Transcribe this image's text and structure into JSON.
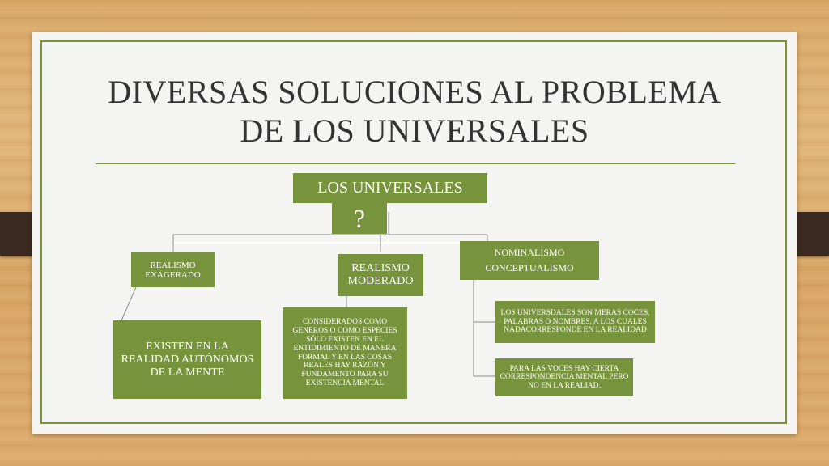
{
  "slide": {
    "title_line1": "DIVERSAS SOLUCIONES AL PROBLEMA",
    "title_line2": "DE LOS UNIVERSALES"
  },
  "diagram": {
    "root_label": "LOS UNIVERSALES",
    "question_mark": "?",
    "branches": {
      "realismo_exagerado": {
        "label": "REALISMO EXAGERADO",
        "description": "EXISTEN EN LA REALIDAD AUTÓNOMOS DE LA MENTE"
      },
      "realismo_moderado": {
        "label_line1": "REALISMO",
        "label_line2": "MODERADO",
        "description": "CONSIDERADOS COMO GENEROS O COMO ESPECIES SÓLO EXISTEN EN EL ENTIDIMIENTO DE MANERA FORMAL Y EN LAS COSAS REALES HAY RAZÓN Y FUNDAMENTO PARA SU EXISTENCIA MENTAL"
      },
      "nominalismo": {
        "label_line1": "NOMINALISMO",
        "label_line2": "CONCEPTUALISMO",
        "description1": "LOS UNIVERSDALES SON MERAS COCES, PALABRAS O NOMBRES, A LOS CUALES NADACORRESPONDE EN LA REALIDAD",
        "description2": "PARA LAS VOCES HAY CIERTA CORRESPONDENCIA MENTAL PERO NO EN LA REALIAD."
      }
    }
  },
  "colors": {
    "box_fill": "#77933c",
    "frame_border": "#7b913c",
    "title_text": "#333333"
  }
}
